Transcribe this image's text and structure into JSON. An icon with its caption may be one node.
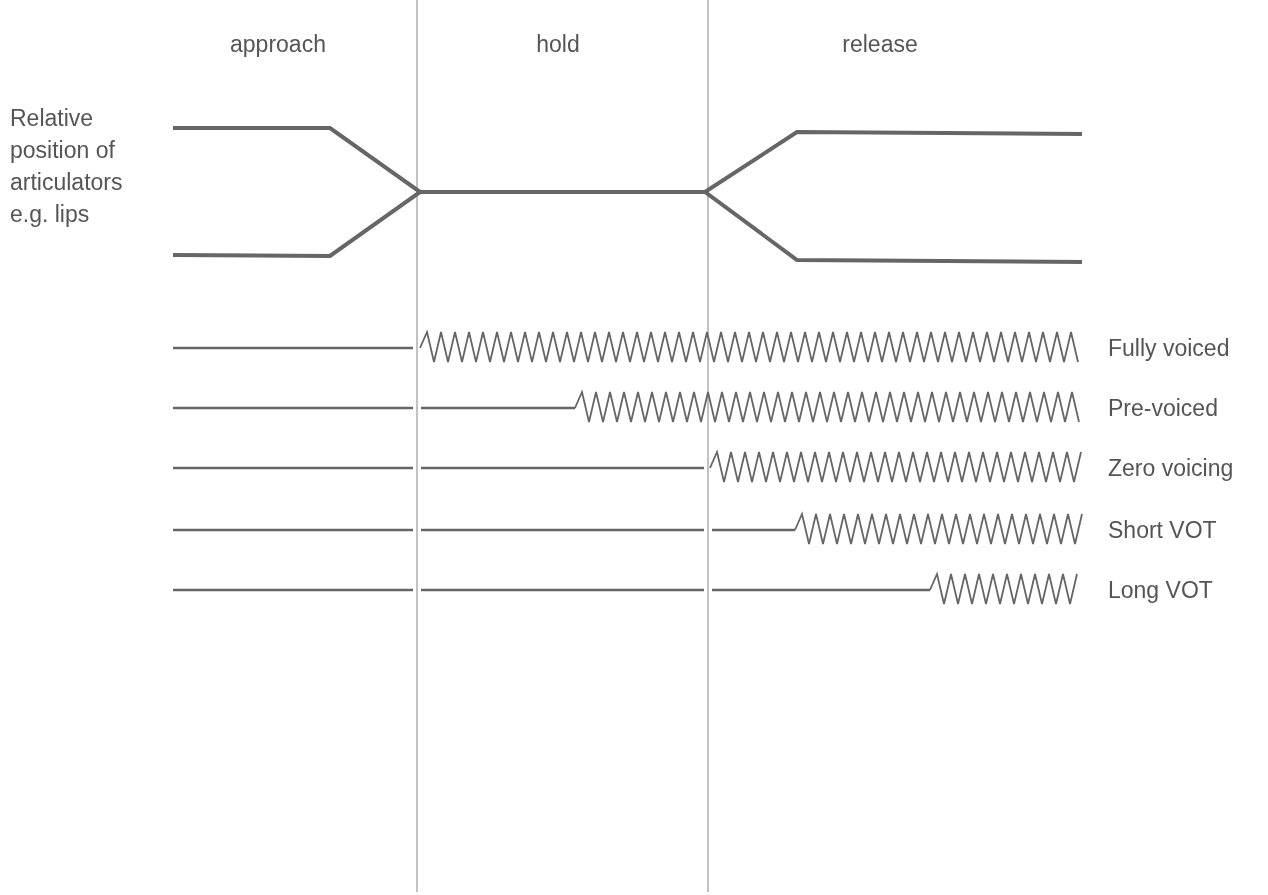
{
  "diagram": {
    "labels": [
      "approach",
      "hold",
      "release",
      "Relative position of articulators e.g. lips",
      "Fully voiced",
      "Pre-voiced",
      "Zero voicing",
      "Short VOT",
      "Long VOT"
    ]
  }
}
